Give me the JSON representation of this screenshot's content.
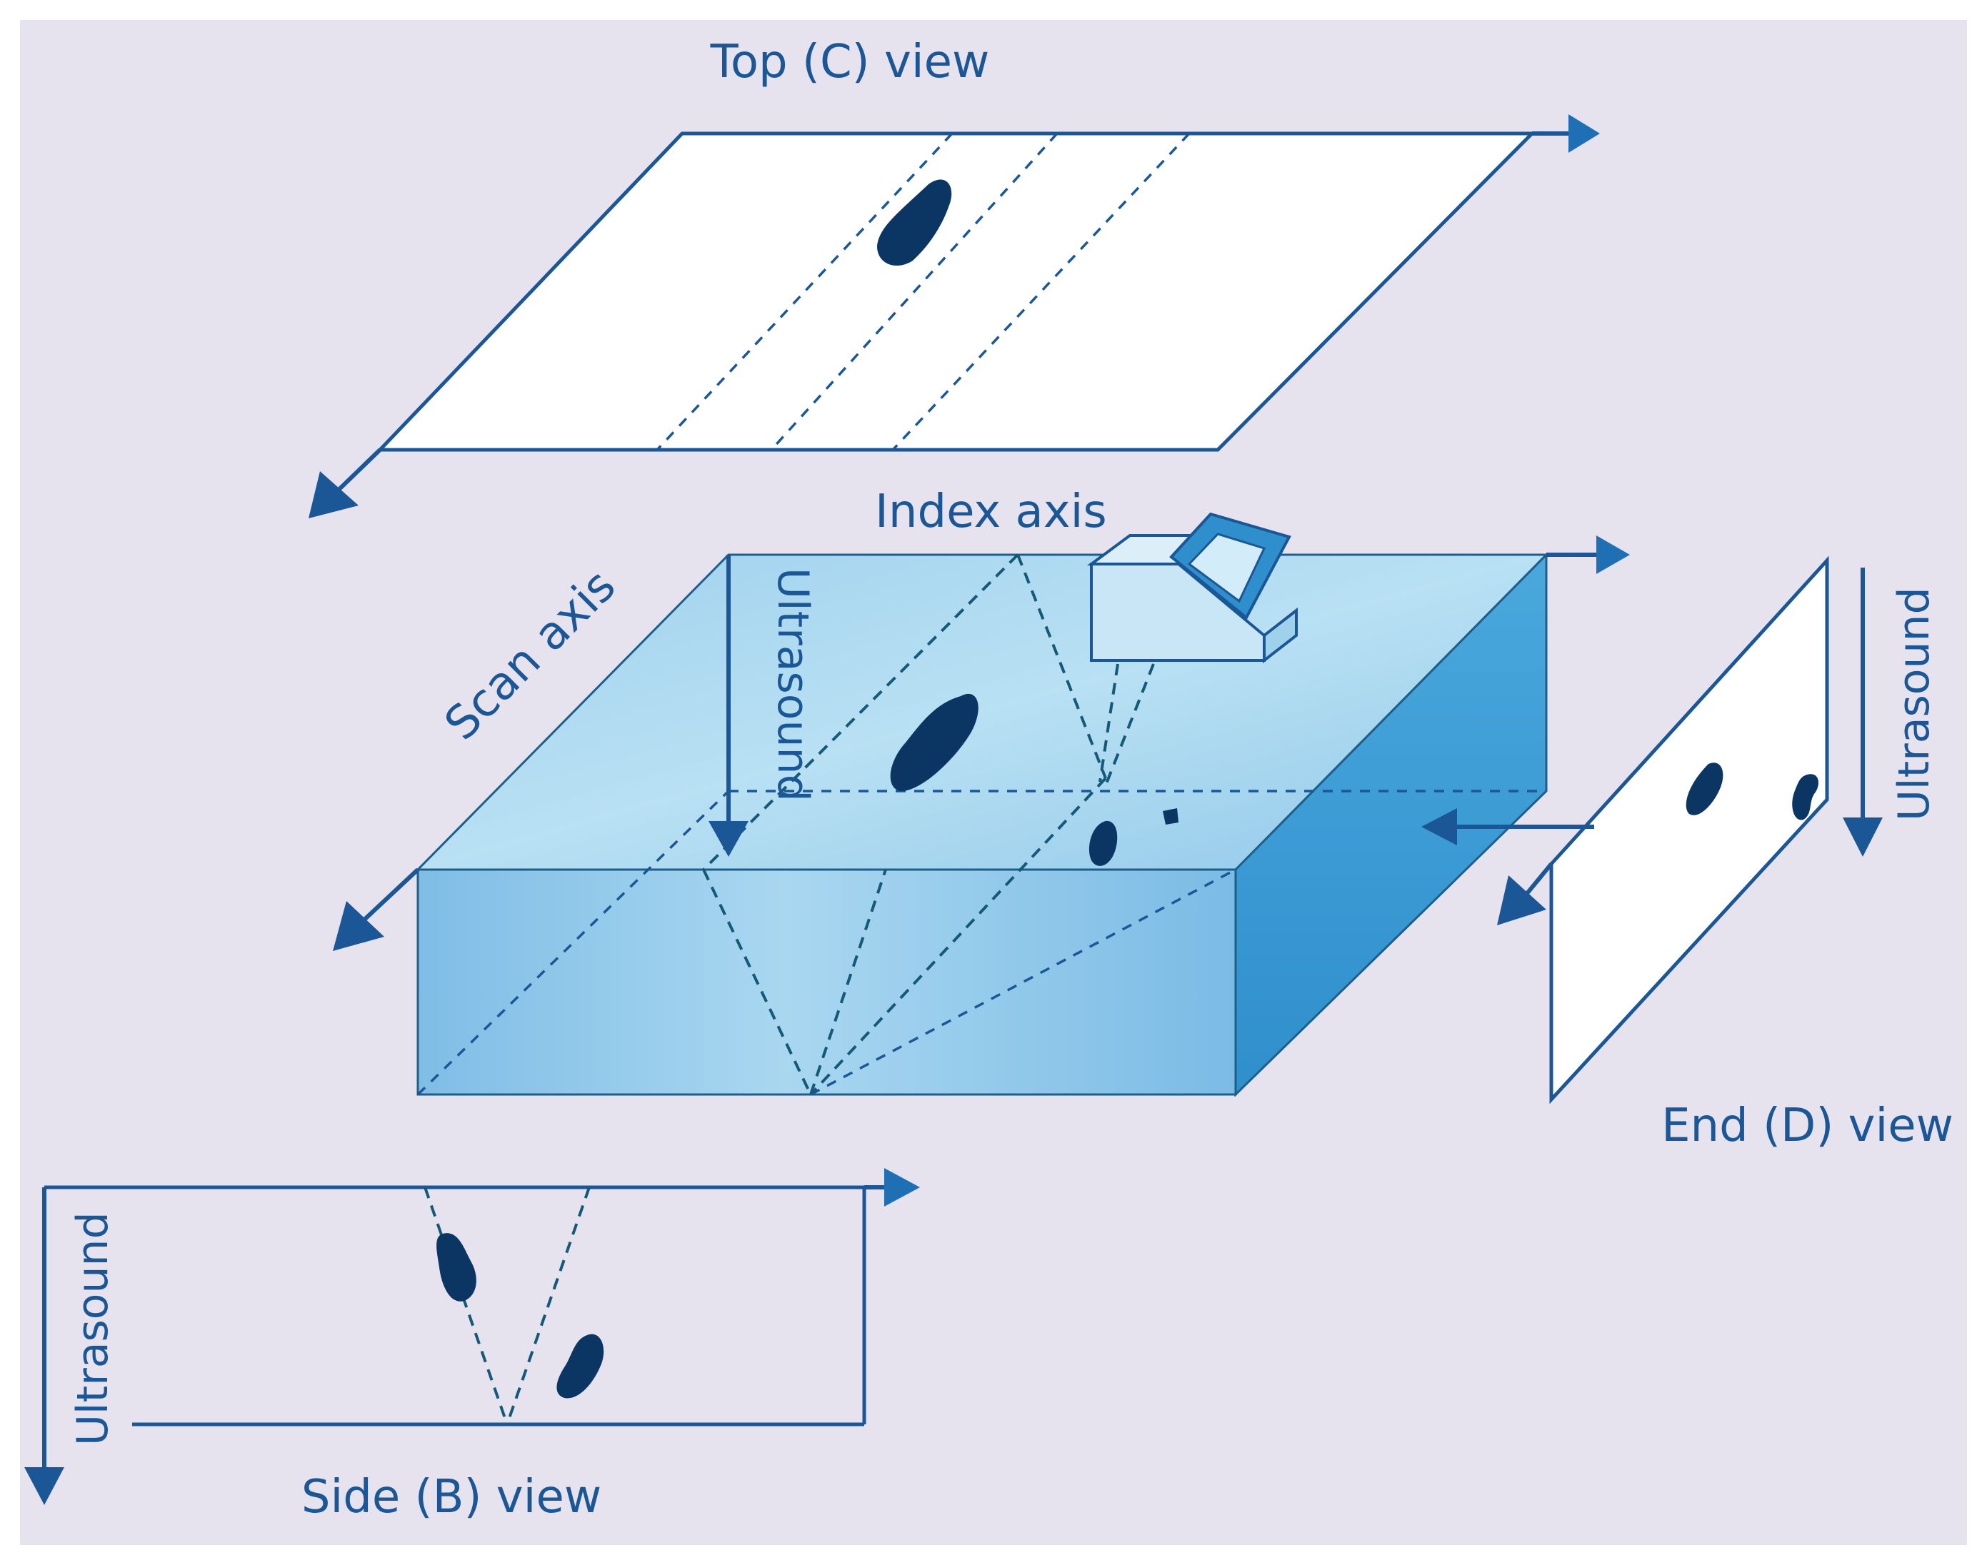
{
  "labels": {
    "top_view": "Top (C) view",
    "index_axis": "Index axis",
    "scan_axis": "Scan axis",
    "ultrasound_block": "Ultrasound",
    "ultrasound_end": "Ultrasound",
    "end_view": "End (D) view",
    "ultrasound_side": "Ultrasound",
    "side_view": "Side (B) view"
  },
  "colors": {
    "outline": "#1b5796",
    "arrow": "#1f6fb5",
    "background": "#e6e3ef",
    "block_top": "#a5d4ee",
    "block_front": "#86c3e7",
    "block_side": "#3d9fd8",
    "flaw": "#0b3664"
  }
}
